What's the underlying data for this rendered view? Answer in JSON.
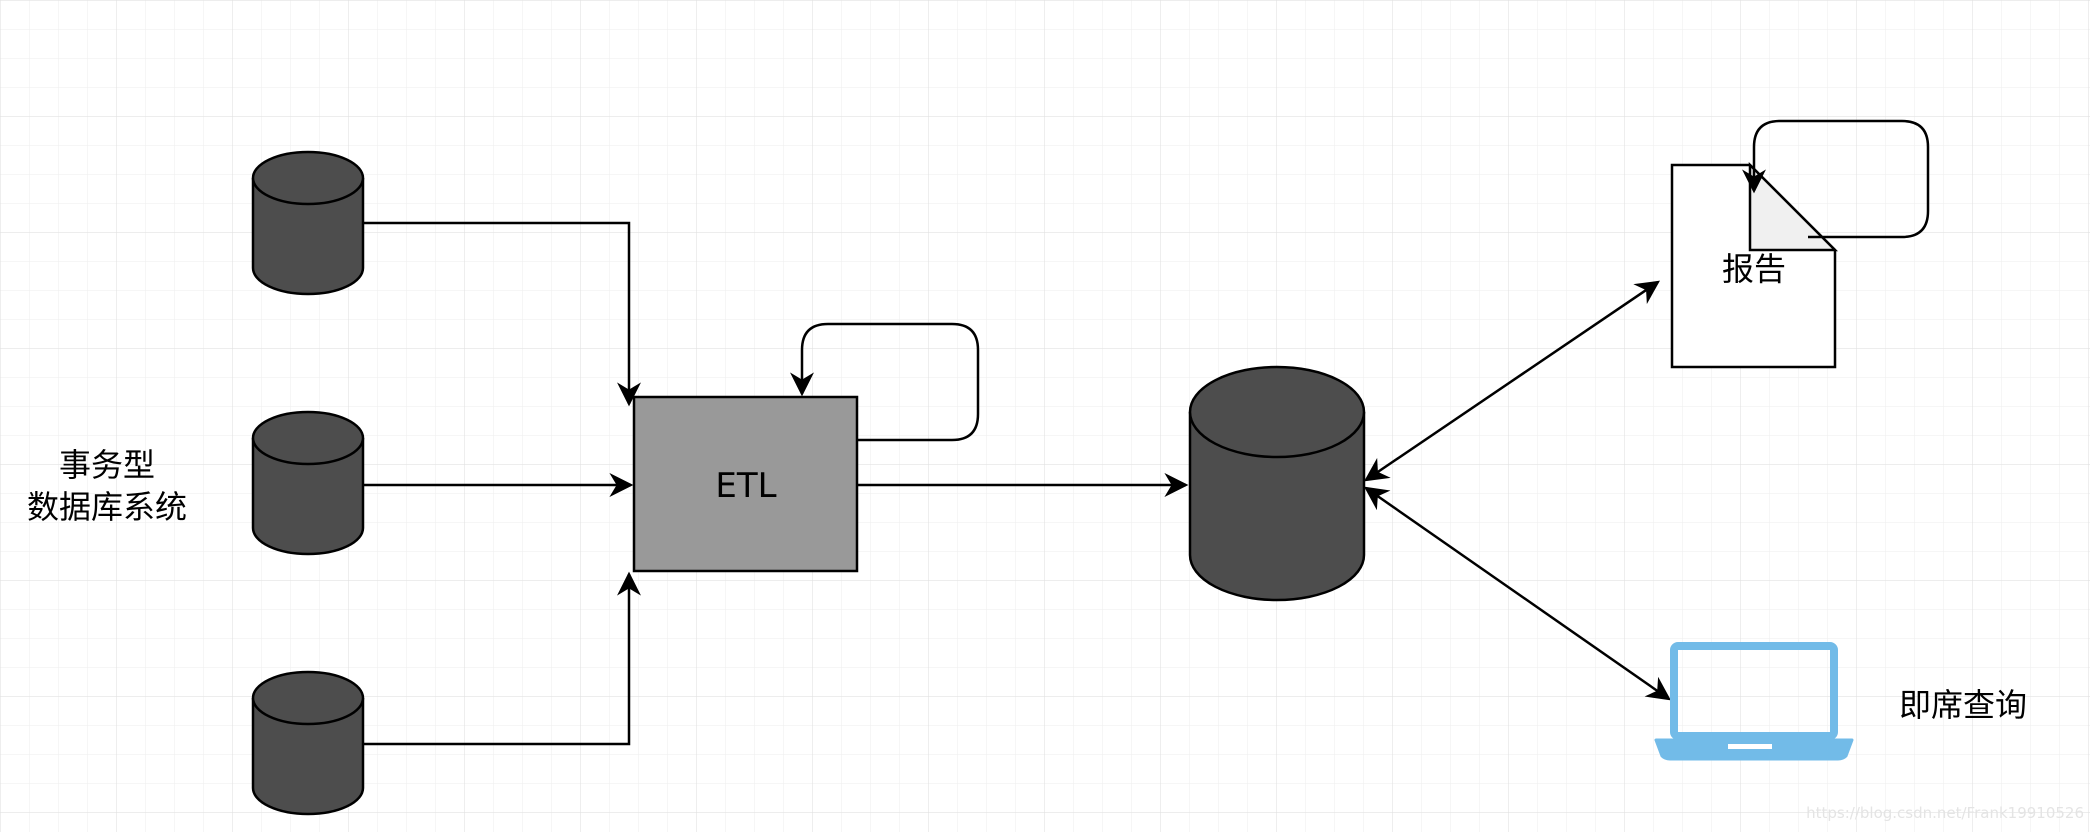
{
  "diagram": {
    "source_label_line1": "事务型",
    "source_label_line2": "数据库系统",
    "etl_label": "ETL",
    "report_label": "报告",
    "adhoc_label": "即席查询",
    "watermark": "https://blog.csdn.net/Frank19910526"
  },
  "colors": {
    "grid": "#e5e5e5",
    "database_fill": "#4d4d4d",
    "etl_fill": "#999999",
    "report_fold_fill": "#f0f0f0",
    "laptop": "#72bbe8",
    "stroke": "#000000"
  },
  "icons": {
    "source_db": "database-cylinder",
    "warehouse": "database-cylinder",
    "report": "document-icon",
    "adhoc": "laptop-icon"
  }
}
